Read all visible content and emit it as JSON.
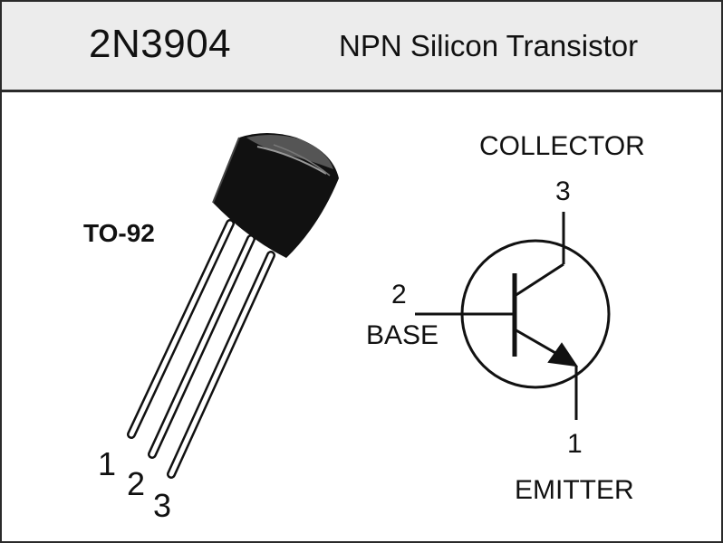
{
  "header": {
    "part_number": "2N3904",
    "description": "NPN Silicon Transistor"
  },
  "package": {
    "label": "TO-92",
    "pins": [
      "1",
      "2",
      "3"
    ]
  },
  "symbol": {
    "collector": {
      "label": "COLLECTOR",
      "pin": "3"
    },
    "base": {
      "label": "BASE",
      "pin": "2"
    },
    "emitter": {
      "label": "EMITTER",
      "pin": "1"
    }
  },
  "colors": {
    "header_bg": "#ececec",
    "ink": "#111111",
    "border": "#2a2a2a"
  },
  "icons": [
    "to92-package-icon",
    "npn-transistor-symbol"
  ]
}
